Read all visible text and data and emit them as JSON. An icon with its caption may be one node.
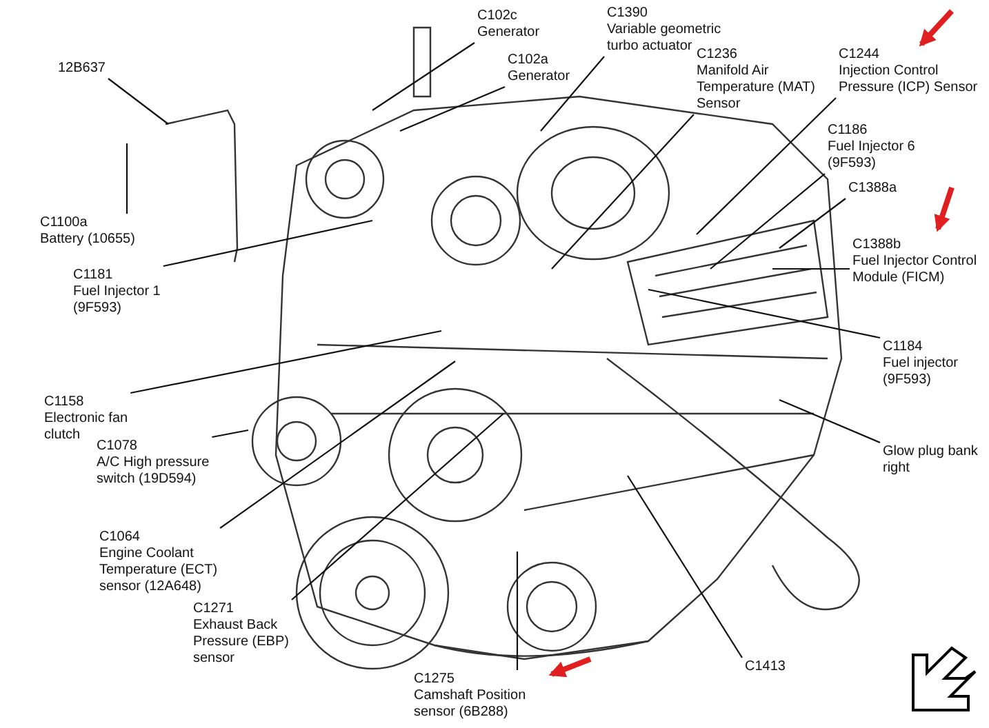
{
  "diagram": {
    "nodes": [
      {
        "text": [
          "12B637"
        ]
      },
      {
        "text": [
          "C1100a",
          "Battery (10655)"
        ]
      },
      {
        "text": [
          "C102c",
          "Generator"
        ]
      },
      {
        "text": [
          "C102a",
          "Generator"
        ]
      },
      {
        "text": [
          "C1390",
          "Variable geometric turbo actuator"
        ]
      },
      {
        "text": [
          "C1236",
          "Manifold Air Temperature (MAT) Sensor"
        ]
      },
      {
        "text": [
          "C1244",
          "Injection Control Pressure (ICP) Sensor"
        ]
      },
      {
        "text": [
          "C1186",
          "Fuel Injector 6 (9F593)"
        ]
      },
      {
        "text": [
          "C1388a"
        ]
      },
      {
        "text": [
          "C1388b",
          "Fuel Injector Control Module (FICM)"
        ]
      },
      {
        "text": [
          "C1181",
          "Fuel Injector 1 (9F593)"
        ]
      },
      {
        "text": [
          "C1184",
          "Fuel injector (9F593)"
        ]
      },
      {
        "text": [
          "C1158",
          "Electronic fan clutch"
        ]
      },
      {
        "text": [
          "C1078",
          "A/C High pressure switch (19D594)"
        ]
      },
      {
        "text": [
          "C1064",
          "Engine Coolant Temperature (ECT) sensor (12A648)"
        ]
      },
      {
        "text": [
          "C1271",
          "Exhaust Back Pressure (EBP) sensor"
        ]
      },
      {
        "text": [
          "C1275",
          "Camshaft Position sensor (6B288)"
        ]
      },
      {
        "text": [
          "Glow plug bank right"
        ]
      },
      {
        "text": [
          "C1413"
        ]
      }
    ],
    "edges": [
      {
        "from": 0,
        "to": null,
        "arrow": "none"
      },
      {
        "from": 1,
        "to": null,
        "arrow": "none"
      },
      {
        "from": 2,
        "to": null,
        "arrow": "none"
      },
      {
        "from": 3,
        "to": null,
        "arrow": "none"
      },
      {
        "from": 4,
        "to": null,
        "arrow": "none"
      },
      {
        "from": 5,
        "to": null,
        "arrow": "none"
      },
      {
        "from": 6,
        "to": null,
        "arrow": "none"
      },
      {
        "from": 7,
        "to": null,
        "arrow": "none"
      },
      {
        "from": 8,
        "to": null,
        "arrow": "none"
      },
      {
        "from": 9,
        "to": null,
        "arrow": "none"
      },
      {
        "from": 10,
        "to": null,
        "arrow": "none"
      },
      {
        "from": 11,
        "to": null,
        "arrow": "none"
      },
      {
        "from": 12,
        "to": null,
        "arrow": "none"
      },
      {
        "from": 13,
        "to": null,
        "arrow": "none"
      },
      {
        "from": 14,
        "to": null,
        "arrow": "none"
      },
      {
        "from": 15,
        "to": null,
        "arrow": "none"
      },
      {
        "from": 16,
        "to": null,
        "arrow": "none"
      },
      {
        "from": 17,
        "to": null,
        "arrow": "none"
      },
      {
        "from": 18,
        "to": null,
        "arrow": "none"
      }
    ]
  }
}
